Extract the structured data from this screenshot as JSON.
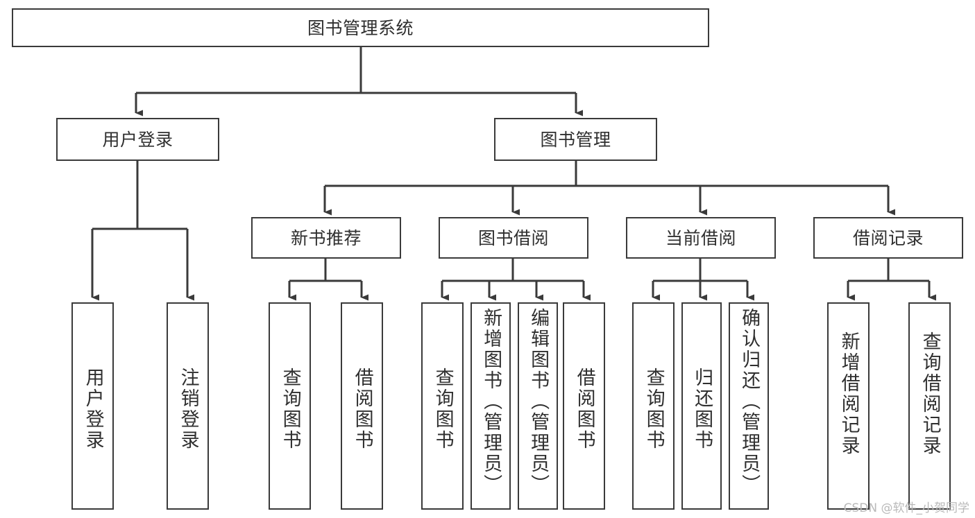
{
  "diagram": {
    "type": "tree-hierarchy",
    "title": "图书管理系统",
    "root": {
      "id": "root",
      "label": "图书管理系统"
    },
    "level2": [
      {
        "id": "user-login",
        "label": "用户登录"
      },
      {
        "id": "book-manage",
        "label": "图书管理"
      }
    ],
    "level3": [
      {
        "id": "new-book-recommend",
        "label": "新书推荐",
        "parent": "book-manage"
      },
      {
        "id": "book-borrow",
        "label": "图书借阅",
        "parent": "book-manage"
      },
      {
        "id": "current-borrow",
        "label": "当前借阅",
        "parent": "book-manage"
      },
      {
        "id": "borrow-record",
        "label": "借阅记录",
        "parent": "book-manage"
      }
    ],
    "leaves": [
      {
        "id": "leaf-user-login",
        "label": "用户登录",
        "parent": "user-login"
      },
      {
        "id": "leaf-logout-login",
        "label": "注销登录",
        "parent": "user-login"
      },
      {
        "id": "leaf-query-book-1",
        "label": "查询图书",
        "parent": "new-book-recommend"
      },
      {
        "id": "leaf-borrow-book-1",
        "label": "借阅图书",
        "parent": "new-book-recommend"
      },
      {
        "id": "leaf-query-book-2",
        "label": "查询图书",
        "parent": "book-borrow"
      },
      {
        "id": "leaf-add-book",
        "label": "新增图书（管理员）",
        "parent": "book-borrow"
      },
      {
        "id": "leaf-edit-book",
        "label": "编辑图书（管理员）",
        "parent": "book-borrow"
      },
      {
        "id": "leaf-borrow-book-2",
        "label": "借阅图书",
        "parent": "book-borrow"
      },
      {
        "id": "leaf-query-book-3",
        "label": "查询图书",
        "parent": "current-borrow"
      },
      {
        "id": "leaf-return-book",
        "label": "归还图书",
        "parent": "current-borrow"
      },
      {
        "id": "leaf-confirm-return",
        "label": "确认归还（管理员）",
        "parent": "current-borrow"
      },
      {
        "id": "leaf-add-record",
        "label": "新增借阅记录",
        "parent": "borrow-record"
      },
      {
        "id": "leaf-query-record",
        "label": "查询借阅记录",
        "parent": "borrow-record"
      }
    ],
    "watermark": "CSDN @软件_小贺同学",
    "colors": {
      "stroke": "#3a3a3a",
      "text": "#2f2f2f",
      "background": "#ffffff",
      "watermark": "#b9b9b9"
    }
  }
}
